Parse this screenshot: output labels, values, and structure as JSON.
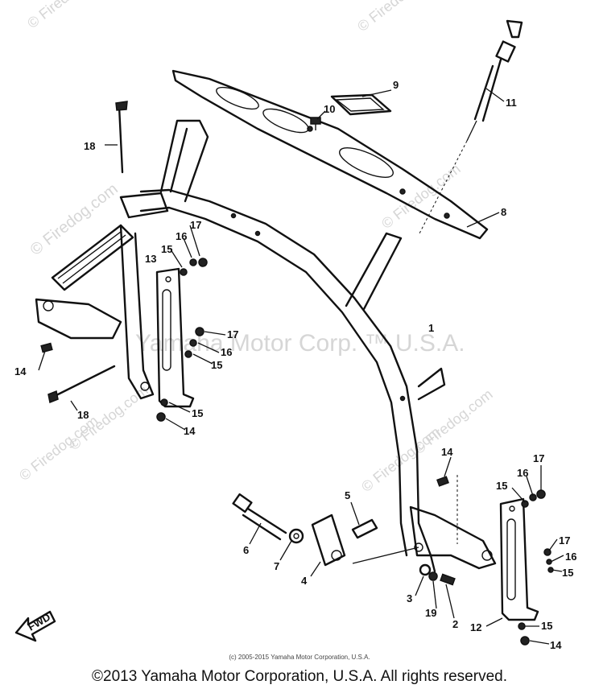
{
  "watermark": {
    "center": "Yamaha Motor Corp. ™ U.S.A.",
    "site_left": "© Firedog.com",
    "site_tile": "© Firedog.com"
  },
  "callouts": [
    "1",
    "2",
    "3",
    "4",
    "5",
    "6",
    "7",
    "8",
    "9",
    "10",
    "11",
    "12",
    "13",
    "14",
    "15",
    "16",
    "17",
    "18",
    "19",
    "14",
    "14",
    "14",
    "15",
    "15",
    "15",
    "15",
    "15",
    "16",
    "16",
    "16",
    "17",
    "17",
    "17",
    "18"
  ],
  "fwd_label": "FWD",
  "copyright_small": "(c) 2005-2015 Yamaha Motor Corporation, U.S.A.",
  "copyright_main": "©2013 Yamaha Motor Corporation, U.S.A. All rights reserved."
}
